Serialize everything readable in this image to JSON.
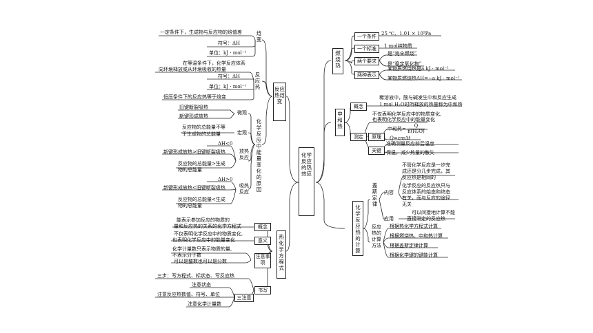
{
  "center": "化学反应的热效应",
  "left": {
    "reaction_heat": {
      "title": "反应热焓变",
      "enthalpy_change": {
        "label": "焓变",
        "definition": "一定条件下，生成物与反应物的焓值差",
        "symbol": "符号：ΔH",
        "unit": "单位：kJ · mol⁻¹"
      },
      "reaction_heat_node": {
        "label": "反应热",
        "definition": [
          "在等温条件下，化学反应体系",
          "向环境释放或从环境吸收的热量"
        ],
        "symbol": "符号：ΔH",
        "unit": "单位：kJ · mol⁻¹",
        "relation": "恒压条件下的反应热等于焓变"
      },
      "cause": {
        "label": "化学反应中能量变化的原因",
        "micro": {
          "label": "微观",
          "items": [
            "旧键断裂吸热",
            "新键形成放热"
          ]
        },
        "macro": {
          "label": "宏观",
          "items": [
            "反应物的总能量不等",
            "于生成物的总能量"
          ]
        },
        "exothermic": {
          "label": "放热反应",
          "condition": "ΔH<0",
          "bond": "新键形成放热>旧键断裂吸热",
          "energy": [
            "反应物的总能量>生成",
            "物的总能量"
          ]
        },
        "endothermic": {
          "label": "吸热反应",
          "condition": "ΔH>0",
          "bond": "新键形成放热<旧键断裂吸热",
          "energy": [
            "反应物的总能量<生成",
            "物的总能量"
          ]
        }
      }
    },
    "thermo_equation": {
      "title": "热化学方程式",
      "concept": {
        "label": "概念",
        "text": [
          "能表示参加反应的物质的",
          "量和反应热的关系的化学方程式"
        ]
      },
      "meaning": {
        "label": "意义",
        "text": [
          "不仅表明化学反应中的物质变化,",
          "也表明化学反应中的能量变化"
        ]
      },
      "notes": {
        "label": "注意事项",
        "items": [
          "化学计量数只表示物质的量,",
          "不表示分子数",
          "可以是整数也可以是分数"
        ]
      },
      "writing": {
        "label": "书写",
        "steps": "三步：写方程式、标状态、写反应热",
        "three_notes_label": "三注意",
        "three_notes": [
          "注意状态",
          "注意反应热数值、符号、单位",
          "注意化学计量数"
        ]
      }
    }
  },
  "right": {
    "combustion_heat": {
      "title": "燃烧热",
      "condition": {
        "label": "一个条件",
        "value": "25 ℃、1.01 × 10⁵Pa"
      },
      "standard": {
        "label": "一个标准",
        "value": "1 mol纯物质"
      },
      "requirements": {
        "label": "两个要求",
        "items": [
          "是“完全燃烧”",
          "是“稳定氧化物”"
        ]
      },
      "expressions": {
        "label": "两种表示",
        "items": [
          "某物质燃烧热是a kJ · mol⁻¹",
          "某物质燃烧热ΔH=−a kJ · mol⁻¹"
        ]
      }
    },
    "neutralization_heat": {
      "title": "中和热",
      "concept": {
        "label": "概念",
        "text": [
          "稀溶液中，酸与碱发生中和反应生成",
          "1 mol H₂O时所释放的热量称为中和热"
        ]
      },
      "measurement": {
        "label": "测定",
        "intro": [
          "不仅表明化学反应中的物质变化,",
          "也表明化学反应中的能量变化"
        ],
        "principle": {
          "label": "原理",
          "formula_lhs": "中和热=",
          "formula_num": "Q",
          "formula_den": "n(H₂O)",
          "q_formula": "Q=cmΔt"
        },
        "key": {
          "label": "关键",
          "items": [
            "准确测量反应前后温度",
            "保温，减少热量的散失"
          ]
        }
      }
    },
    "calculation": {
      "title": "化学反应热的计算",
      "hess_law": {
        "label": "盖斯定律",
        "content_label": "内容",
        "content": [
          "不管化学反应是一步完",
          "成还是分几步完成，其",
          "反应热是相同的",
          "化学反应的反应热只与",
          "反应体系的始态和终态",
          "有关，而与反应的途径",
          "无关"
        ],
        "application_label": "应用",
        "application": [
          "可以间接地计算不能",
          "直接测定的反应热"
        ]
      },
      "methods": {
        "label": "反应热的计算方法",
        "items": [
          "根据热化学方程式计算",
          "根据燃烧热、中和热计算",
          "根据盖斯定律计算",
          "根据化学键的键能计算"
        ]
      }
    }
  }
}
